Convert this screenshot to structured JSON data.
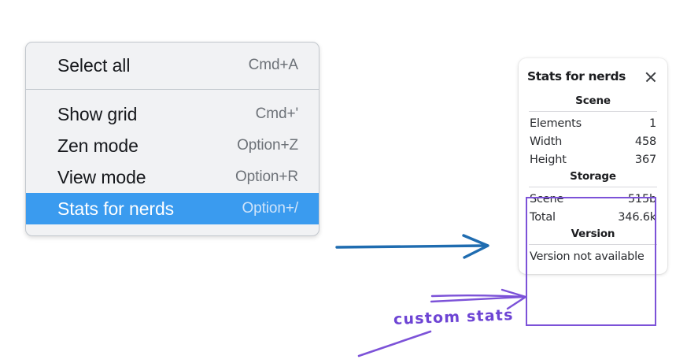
{
  "context_menu": {
    "groups": [
      {
        "items": [
          {
            "label": "Select all",
            "shortcut": "Cmd+A",
            "selected": false
          }
        ]
      },
      {
        "items": [
          {
            "label": "Show grid",
            "shortcut": "Cmd+'",
            "selected": false
          },
          {
            "label": "Zen mode",
            "shortcut": "Option+Z",
            "selected": false
          },
          {
            "label": "View mode",
            "shortcut": "Option+R",
            "selected": false
          },
          {
            "label": "Stats for nerds",
            "shortcut": "Option+/",
            "selected": true
          }
        ]
      }
    ],
    "highlight_color": "#3a9bef"
  },
  "stats_panel": {
    "title": "Stats for nerds",
    "close_icon": "close-icon",
    "sections": [
      {
        "heading": "Scene",
        "rows": [
          {
            "label": "Elements",
            "value": "1"
          },
          {
            "label": "Width",
            "value": "458"
          },
          {
            "label": "Height",
            "value": "367"
          }
        ]
      },
      {
        "heading": "Storage",
        "rows": [
          {
            "label": "Scene",
            "value": "515b"
          },
          {
            "label": "Total",
            "value": "346.6k"
          }
        ]
      },
      {
        "heading": "Version",
        "full_row": "Version not available"
      }
    ]
  },
  "annotations": {
    "handwritten_label": "custom stats",
    "arrow_blue_color": "#1f6cb0",
    "arrow_purple_color": "#7c52d8",
    "highlight_box_color": "#7c52d8"
  }
}
